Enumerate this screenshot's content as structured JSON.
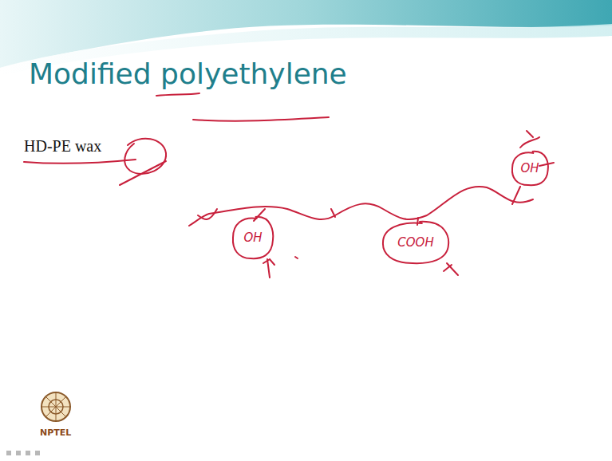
{
  "diagram": {
    "title": "Modified polyethylene",
    "nodes": [
      {
        "text": [
          "OH"
        ]
      },
      {
        "text": [
          "COOH"
        ]
      },
      {
        "text": [
          "OH"
        ]
      }
    ],
    "labels": [
      "HD-PE wax",
      "NPTEL"
    ]
  }
}
